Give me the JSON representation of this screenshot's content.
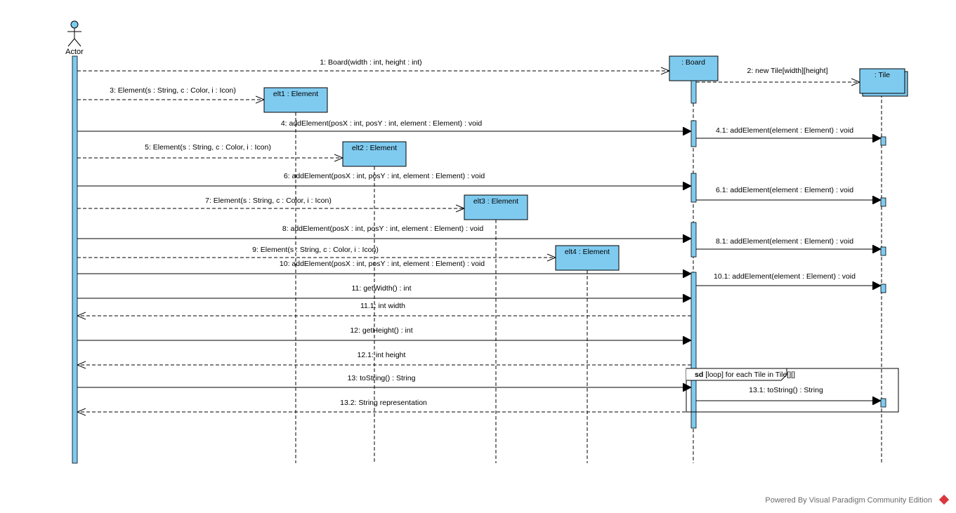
{
  "diagram": {
    "actor": {
      "label": "Actor"
    },
    "lifelines": {
      "board": ": Board",
      "tile": ": Tile",
      "elt1": "elt1 : Element",
      "elt2": "elt2 : Element",
      "elt3": "elt3 : Element",
      "elt4": "elt4 : Element"
    },
    "messages": [
      "1: Board(width : int, height : int)",
      "2: new Tile[width][height]",
      "3: Element(s : String, c : Color, i : Icon)",
      "4: addElement(posX : int, posY : int, element : Element) : void",
      "4.1: addElement(element : Element) : void",
      "5: Element(s : String, c : Color, i : Icon)",
      "6: addElement(posX : int, posY : int, element : Element) : void",
      "6.1: addElement(element : Element) : void",
      "7: Element(s : String, c : Color, i : Icon)",
      "8: addElement(posX : int, posY : int, element : Element) : void",
      "8.1: addElement(element : Element) : void",
      "9: Element(s : String, c : Color, i : Icon)",
      "10: addElement(posX : int, posY : int, element : Element) : void",
      "10.1: addElement(element : Element) : void",
      "11: getWidth() : int",
      "11.1: int width",
      "12: getHeight() : int",
      "12.1: int height",
      "13: toString() : String",
      "13.1: toString() : String",
      "13.2: String representation"
    ],
    "fragment": {
      "keyword": "sd",
      "guard": "[loop] for each Tile in Tile[][]"
    }
  },
  "footer": {
    "text": "Powered By  Visual Paradigm Community Edition"
  },
  "colors": {
    "fill": "#7fcbf0",
    "stroke": "#000000"
  }
}
